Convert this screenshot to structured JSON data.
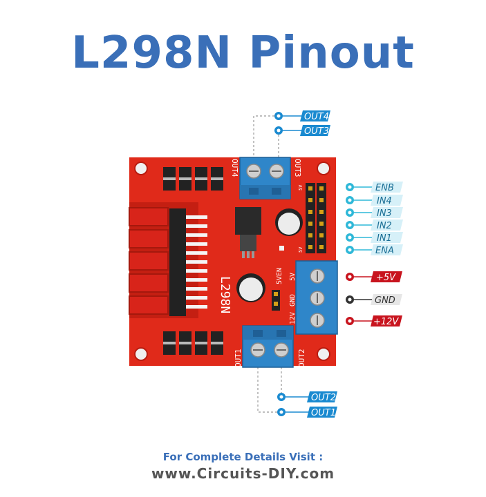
{
  "title": "L298N Pinout",
  "chip_marking": "L298N",
  "footer": {
    "line1": "For Complete Details Visit :",
    "line2": "www.Circuits-DIY.com"
  },
  "board_labels": {
    "out4": "OUT4",
    "out3": "OUT3",
    "out1": "OUT1",
    "out2": "OUT2",
    "five_ven": "5VEN",
    "v12": "12V",
    "gnd": "GND",
    "v5": "5V",
    "header_5v_top": "5V",
    "header_5v_bottom": "5V",
    "header_pins": [
      "ENB",
      "IN4",
      "IN3",
      "IN2",
      "IN1",
      "ENA"
    ]
  },
  "pins": {
    "top": [
      "OUT4",
      "OUT3"
    ],
    "right": [
      "ENB",
      "IN4",
      "IN3",
      "IN2",
      "IN1",
      "ENA"
    ],
    "power": [
      "+5V",
      "GND",
      "+12V"
    ],
    "bottom": [
      "OUT2",
      "OUT1"
    ]
  },
  "colors": {
    "title": "#3a6fb8",
    "board": "#e02a1a",
    "terminal": "#2f86c9",
    "pin_cyan": "#2fb8d8",
    "pin_blue": "#1a8ad0",
    "power_red": "#c8141e",
    "gnd_dark": "#333333",
    "footer_blue": "#3a6fb8",
    "footer_gray": "#555555"
  }
}
